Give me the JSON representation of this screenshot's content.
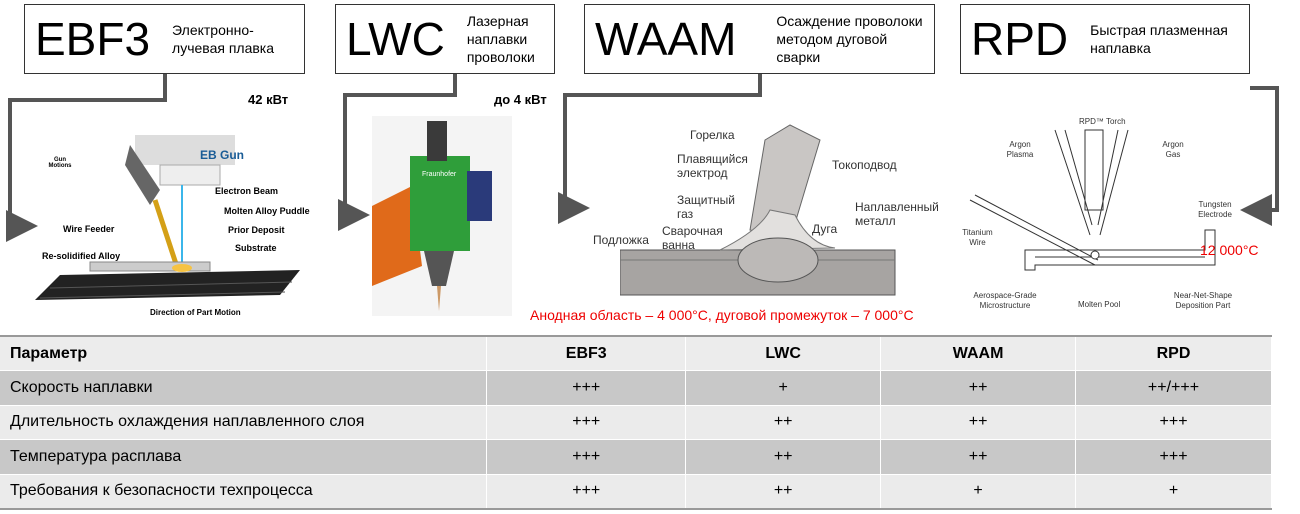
{
  "processes": [
    {
      "code": "EBF3",
      "desc": "Электронно-лучевая плавка",
      "power": "42 кВт"
    },
    {
      "code": "LWC",
      "desc": "Лазерная наплавки проволоки",
      "power": "до 4 кВт"
    },
    {
      "code": "WAAM",
      "desc": "Осаждение проволоки методом дуговой сварки"
    },
    {
      "code": "RPD",
      "desc": "Быстрая плазменная наплавка"
    }
  ],
  "ebf3_figure": {
    "eb_gun": "EB Gun",
    "gun_motions": "Gun Motions",
    "electron_beam": "Electron Beam",
    "wire_feeder": "Wire Feeder",
    "molten_puddle": "Molten Alloy Puddle",
    "prior_deposit": "Prior Deposit",
    "substrate": "Substrate",
    "resolidified": "Re-solidified Alloy",
    "direction": "Direction of Part Motion"
  },
  "lwc_figure": {
    "brand": "Fraunhofer"
  },
  "waam_figure": {
    "torch": "Горелка",
    "electrode": "Плавящийся электрод",
    "contact": "Токоподвод",
    "shield_gas": "Защитный газ",
    "weld_pool": "Сварочная ванна",
    "arc": "Дуга",
    "substrate": "Подложка",
    "deposited": "Наплавленный металл",
    "temperatures": "Анодная область – 4 000°С, дуговой промежуток – 7 000°С"
  },
  "rpd_figure": {
    "torch": "RPD™ Torch",
    "argon_plasma": "Argon Plasma",
    "argon_gas": "Argon Gas",
    "tungsten": "Tungsten Electrode",
    "titanium_wire": "Titanium Wire",
    "molten_pool": "Molten Pool",
    "microstructure": "Aerospace-Grade Microstructure",
    "part": "Near-Net-Shape Deposition Part",
    "temperature": "12 000°С"
  },
  "table": {
    "headers": [
      "Параметр",
      "EBF3",
      "LWC",
      "WAAM",
      "RPD"
    ],
    "rows": [
      [
        "Скорость наплавки",
        "+++",
        "+",
        "++",
        "++/+++"
      ],
      [
        "Длительность охлаждения наплавленного слоя",
        "+++",
        "++",
        "++",
        "+++"
      ],
      [
        "Температура расплава",
        "+++",
        "++",
        "++",
        "+++"
      ],
      [
        "Требования к безопасности техпроцесса",
        "+++",
        "++",
        "+",
        "+"
      ]
    ]
  }
}
